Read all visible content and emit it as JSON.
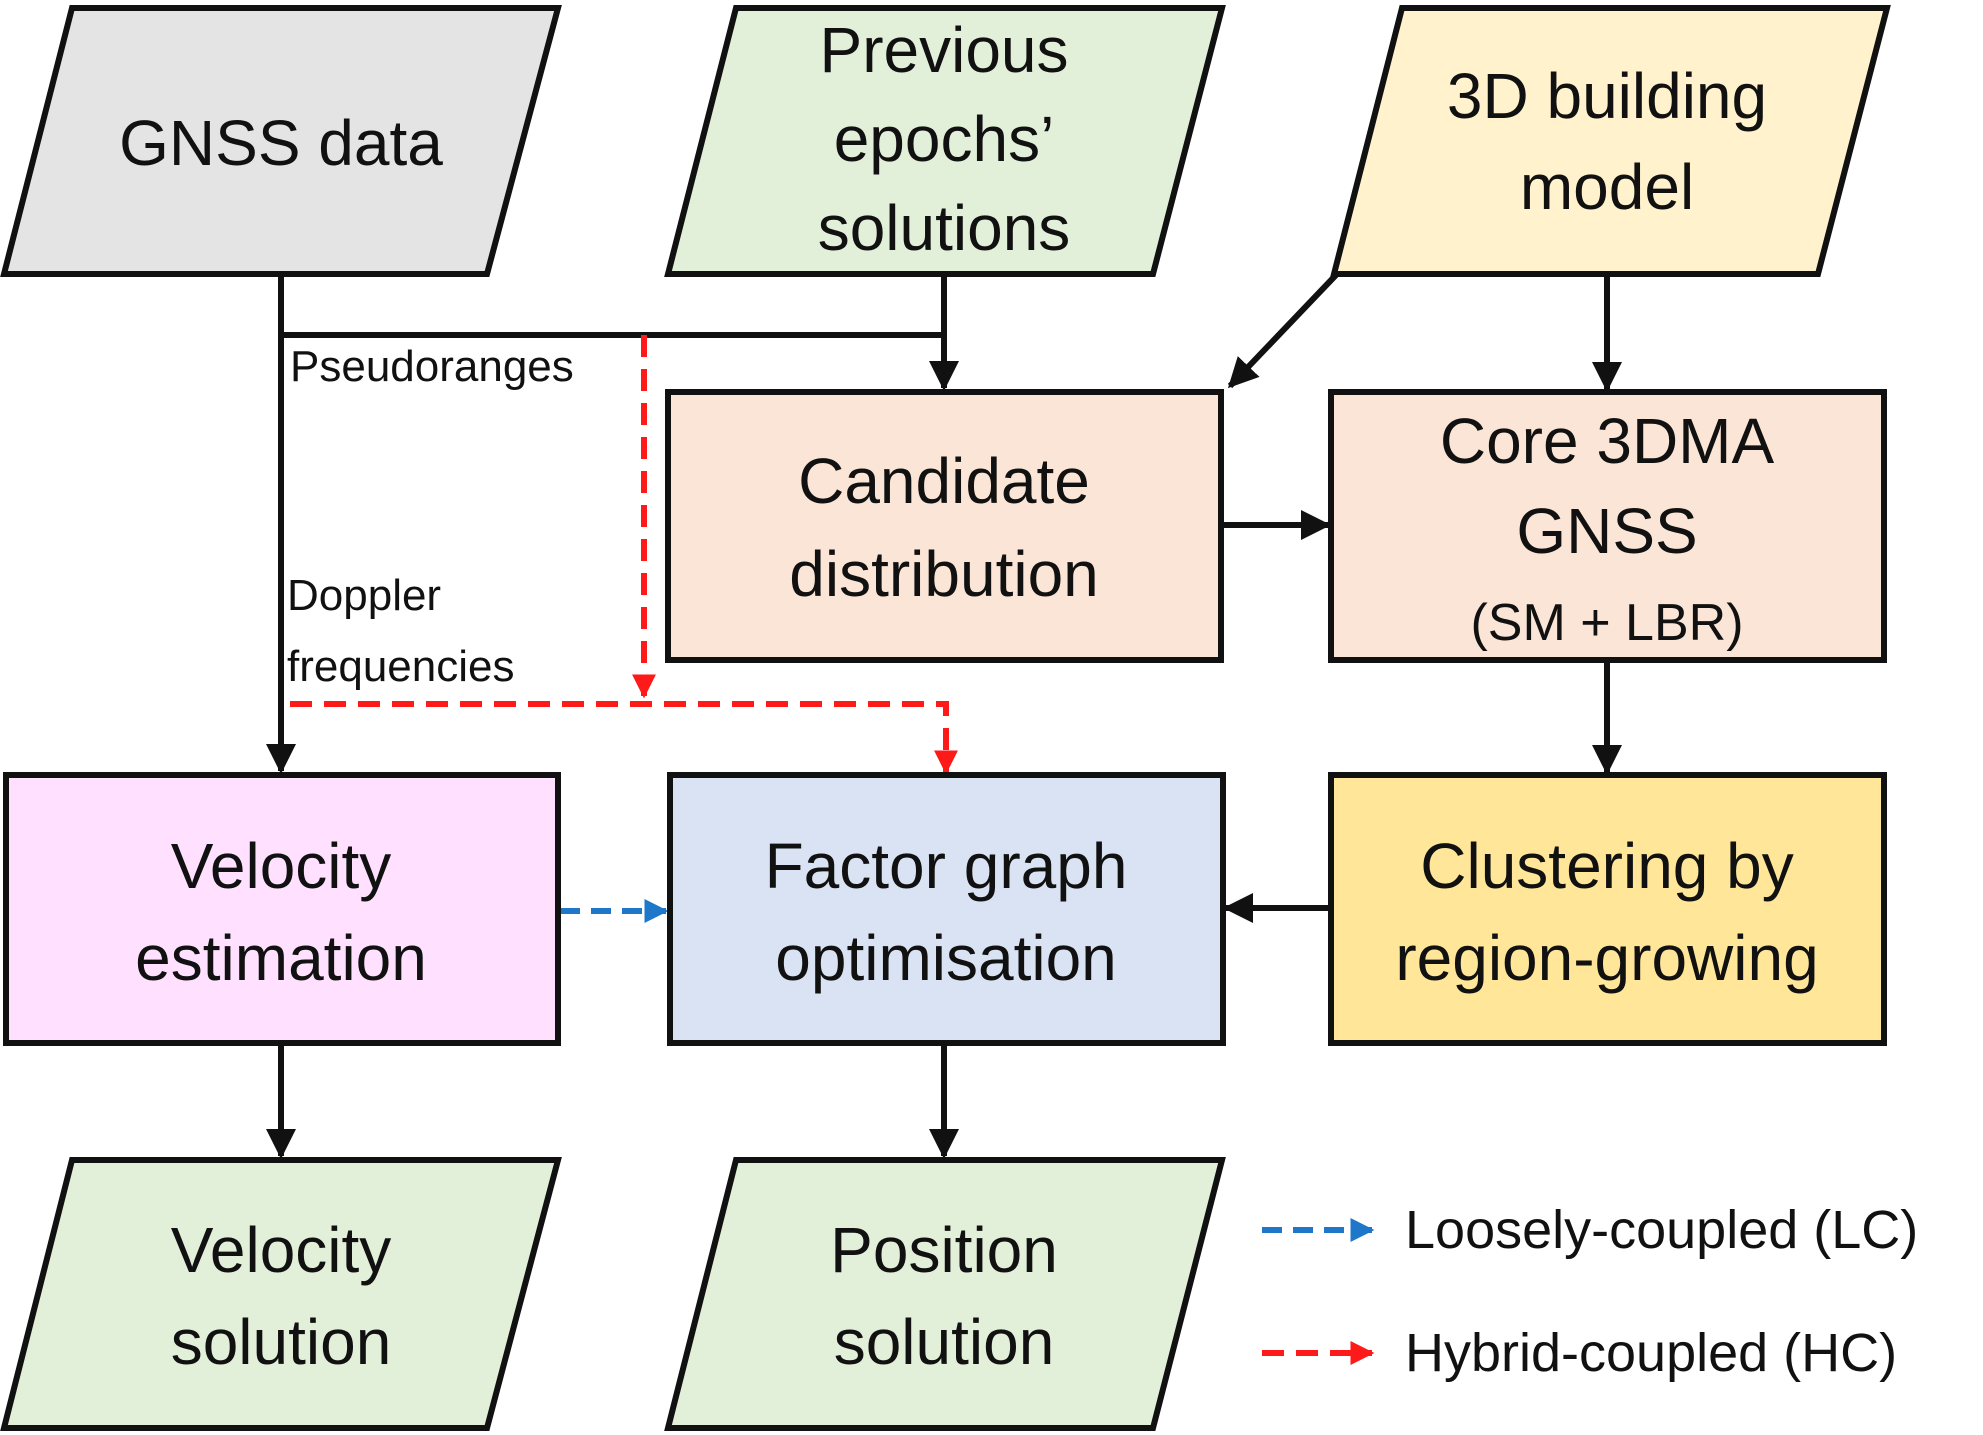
{
  "nodes": {
    "gnss_data": {
      "lines": [
        "GNSS data"
      ],
      "fill": "#e4e4e4",
      "shape": "parallelogram"
    },
    "previous_epochs": {
      "lines": [
        "Previous",
        "epochs’",
        "solutions"
      ],
      "fill": "#e2efd9",
      "shape": "parallelogram"
    },
    "building_model": {
      "lines": [
        "3D building",
        "model"
      ],
      "fill": "#fff2cc",
      "shape": "parallelogram"
    },
    "candidate_distribution": {
      "lines": [
        "Candidate",
        "distribution"
      ],
      "fill": "#fbe5d6",
      "shape": "process"
    },
    "core_3dma": {
      "lines": [
        "Core 3DMA",
        "GNSS",
        "(SM + LBR)"
      ],
      "fill": "#fbe5d6",
      "shape": "process"
    },
    "velocity_estimation": {
      "lines": [
        "Velocity",
        "estimation"
      ],
      "fill": "#ffe1ff",
      "shape": "process"
    },
    "factor_graph": {
      "lines": [
        "Factor graph",
        "optimisation"
      ],
      "fill": "#dae3f3",
      "shape": "process"
    },
    "clustering": {
      "lines": [
        "Clustering by",
        "region-growing"
      ],
      "fill": "#ffe699",
      "shape": "process"
    },
    "velocity_solution": {
      "lines": [
        "Velocity",
        "solution"
      ],
      "fill": "#e2efd9",
      "shape": "parallelogram"
    },
    "position_solution": {
      "lines": [
        "Position",
        "solution"
      ],
      "fill": "#e2efd9",
      "shape": "parallelogram"
    }
  },
  "edge_labels": {
    "pseudoranges": "Pseudoranges",
    "doppler": [
      "Doppler",
      "frequencies"
    ]
  },
  "legend": [
    {
      "label": "Loosely-coupled (LC)",
      "color": "#1f77c9",
      "style": "dashed"
    },
    {
      "label": "Hybrid-coupled (HC)",
      "color": "#ff1a1a",
      "style": "dashed"
    }
  ],
  "colors": {
    "stroke": "#111111",
    "lc": "#1f77c9",
    "hc": "#ff1a1a"
  }
}
